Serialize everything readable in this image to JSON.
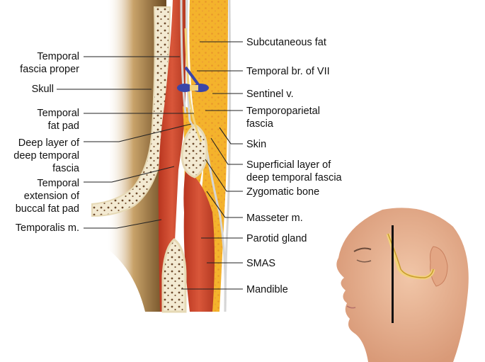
{
  "left_labels": {
    "temporal_fascia_proper": [
      "Temporal",
      "fascia proper"
    ],
    "skull": [
      "Skull"
    ],
    "temporal_fat_pad": [
      "Temporal",
      "fat pad"
    ],
    "deep_layer_deep_temporal_fascia": [
      "Deep layer of",
      "deep temporal",
      "fascia"
    ],
    "temporal_extension_buccal_fat_pad": [
      "Temporal",
      "extension of",
      "buccal fat pad"
    ],
    "temporalis": [
      "Temporalis m."
    ]
  },
  "right_labels": {
    "subcutaneous_fat": "Subcutaneous fat",
    "temporal_branch_vii": "Temporal br. of VII",
    "sentinel_vein": "Sentinel v.",
    "temporoparietal_fascia": [
      "Temporoparietal",
      "fascia"
    ],
    "skin": "Skin",
    "superficial_layer_deep_temporal_fascia": [
      "Superficial layer of",
      "deep temporal fascia"
    ],
    "zygomatic_bone": "Zygomatic bone",
    "masseter": "Masseter m.",
    "parotid_gland": "Parotid gland",
    "smas": "SMAS",
    "mandible": "Mandible"
  },
  "colors": {
    "fat": "#f4b32c",
    "fat_dots": "#e9972a",
    "muscle": "#c9432a",
    "bone": "#f3ead2",
    "bone_dots": "#6e4a2c",
    "fascia": "#dcdcdc",
    "vein": "#3a45a8",
    "nerve": "#f2d27a",
    "shadow": "#8a6a3f",
    "skin_head": "#e8b394"
  },
  "icons": {
    "inset": "head-profile-icon"
  }
}
